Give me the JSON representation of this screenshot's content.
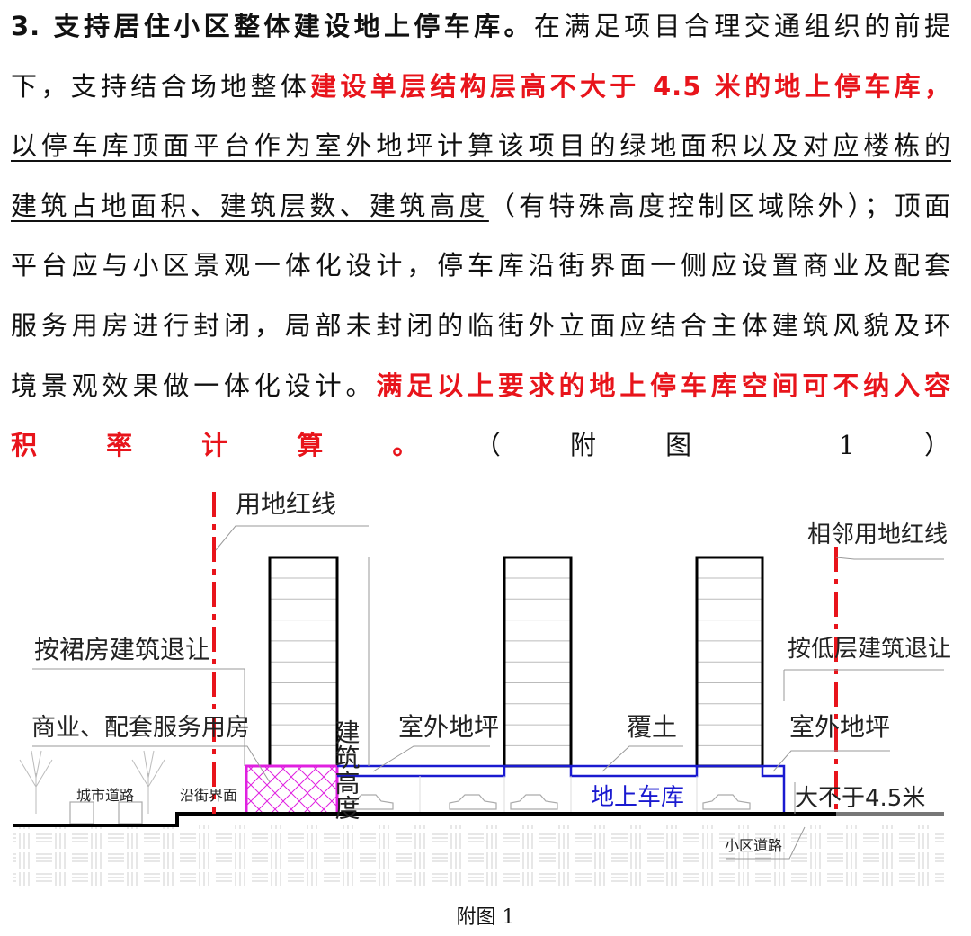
{
  "paragraph": {
    "lines": [
      [
        {
          "t": "3. 支持居住小区整体建设地上停车库。",
          "s": "b"
        },
        {
          "t": "在满足项目合理交通组织的前提",
          "s": ""
        }
      ],
      [
        {
          "t": "下，支持结合场地整体",
          "s": ""
        },
        {
          "t": "建设单层结构层高不大于 4.5 米的地上停车库，",
          "s": "r"
        }
      ],
      [
        {
          "t": "以停车库顶面平台作为室外地坪计算该项目的绿地面积以及对应楼栋的",
          "s": "u"
        }
      ],
      [
        {
          "t": "建筑占地面积、建筑层数、建筑高度",
          "s": "u"
        },
        {
          "t": "（有特殊高度控制区域除外）；顶面",
          "s": ""
        }
      ],
      [
        {
          "t": "平台应与小区景观一体化设计，停车库沿街界面一侧应设置商业及配套",
          "s": ""
        }
      ],
      [
        {
          "t": "服务用房进行封闭，局部未封闭的临街外立面应结合主体建筑风貌及环",
          "s": ""
        }
      ],
      [
        {
          "t": "境景观效果做一体化设计。",
          "s": ""
        },
        {
          "t": "满足以上要求的地上停车库空间可不纳入容",
          "s": "r"
        }
      ],
      [
        {
          "t": "积率计算。",
          "s": "r"
        },
        {
          "t": "（附图 1）",
          "s": ""
        }
      ]
    ]
  },
  "figure": {
    "labels": {
      "site_red_line": "用地红线",
      "podium_setback": "按裙房建筑退让",
      "commercial": "商业、配套服务用房",
      "building_height": "建筑高度",
      "outdoor_grade_1": "室外地坪",
      "soil_cover": "覆土",
      "adjacent_red_line": "相邻用地红线",
      "lowrise_setback": "按低层建筑退让",
      "outdoor_grade_2": "室外地坪",
      "max_height": "大不于4.5米",
      "garage": "地上车库",
      "city_road": "城市道路",
      "street_interface": "沿街界面",
      "estate_road": "小区道路"
    },
    "caption": "附图 1",
    "colors": {
      "red_line": "#e8141b",
      "garage": "#1a1ad0",
      "commercial": "#e020e0"
    }
  }
}
